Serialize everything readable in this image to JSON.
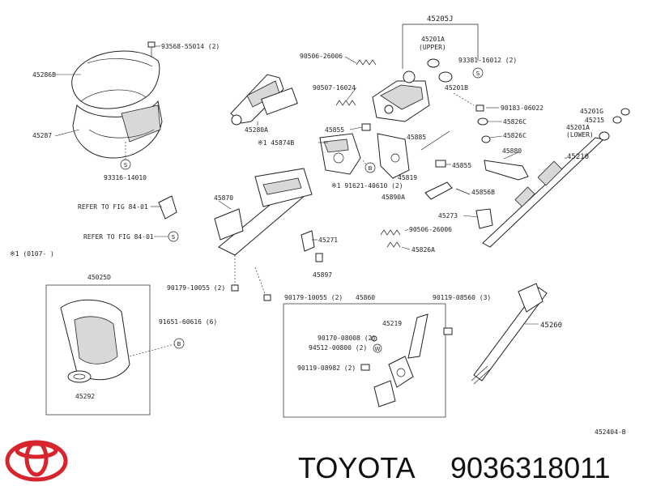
{
  "labels": {
    "p45286B": "45286B",
    "p45287": "45287",
    "p93568": "93568-55014 (2)",
    "p93316": "93316-14010",
    "p45280A": "45280A",
    "p90506a": "90506-26006",
    "p90507": "90507-16024",
    "p45855a": "45855",
    "p45874B": "※1 45874B",
    "p91621": "※1 91621-40610 (2)",
    "p45205J": "45205J",
    "p45201Aup": "45201A",
    "upper": "(UPPER)",
    "p93381": "93381-16012 (2)",
    "p45201B": "45201B",
    "p90183": "90183-06022",
    "p45826Ca": "45826C",
    "p45826Cb": "45826C",
    "p45885": "45885",
    "p45880": "45880",
    "p45855b": "45855",
    "p45819": "45819",
    "p45890A": "45890A",
    "p45856B": "45856B",
    "p45273": "45273",
    "p90506b": "90506-26006",
    "p45826A": "45826A",
    "p45201G": "45201G",
    "p45215": "45215",
    "p45201Alow": "45201A",
    "lower": "(LOWER)",
    "p45210": "45210",
    "p45870": "45870",
    "ref1": "REFER TO FIG 84-01",
    "ref2": "REFER TO FIG 84-01",
    "p45271": "45271",
    "p45897": "45897",
    "note1": "※1  (0107-     )",
    "p45025D": "45025D",
    "p90179a": "90179-10055 (2)",
    "p90179b": "90179-10055 (2)",
    "p91651": "91651-60616 (6)",
    "p45292": "45292",
    "p45860": "45860",
    "p90119a": "90119-08560 (3)",
    "p45219": "45219",
    "p90170": "90170-08008 (2)",
    "p94512": "94512-00800 (2)",
    "p90119b": "90119-08982 (2)",
    "p45260": "45260",
    "figno": "452404-B"
  },
  "symbols": {
    "s1": "S",
    "s2": "S",
    "s3": "S",
    "s4": "S",
    "b1": "B",
    "b2": "B",
    "w1": "W",
    "b3": "B"
  },
  "brand": {
    "name": "TOYOTA",
    "part_number": "9036318011",
    "logo_color": "#d8242c"
  }
}
